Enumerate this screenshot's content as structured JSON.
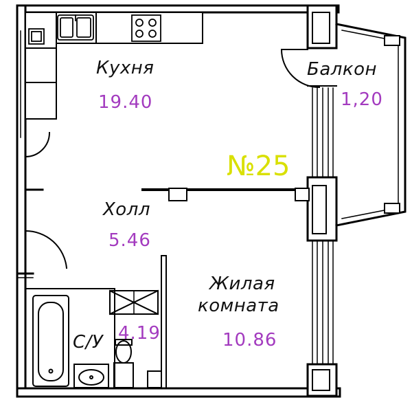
{
  "apartment": {
    "number": "№25"
  },
  "rooms": {
    "kitchen": {
      "name": "Кухня",
      "area": "19.40"
    },
    "balcony": {
      "name": "Балкон",
      "area": "1,20"
    },
    "hall": {
      "name": "Холл",
      "area": "5.46"
    },
    "living": {
      "name_line1": "Жилая",
      "name_line2": "комната",
      "area": "10.86"
    },
    "bathroom": {
      "name": "С/У",
      "area": "4.19"
    }
  },
  "colors": {
    "wall": "#000000",
    "area_text": "#a33bbf",
    "apartment_number": "#d9e000",
    "label_text": "#111111"
  },
  "icons": [
    "sink-icon",
    "stove-icon",
    "bathtub-icon",
    "toilet-icon",
    "washbasin-icon",
    "shower-tray-icon"
  ]
}
